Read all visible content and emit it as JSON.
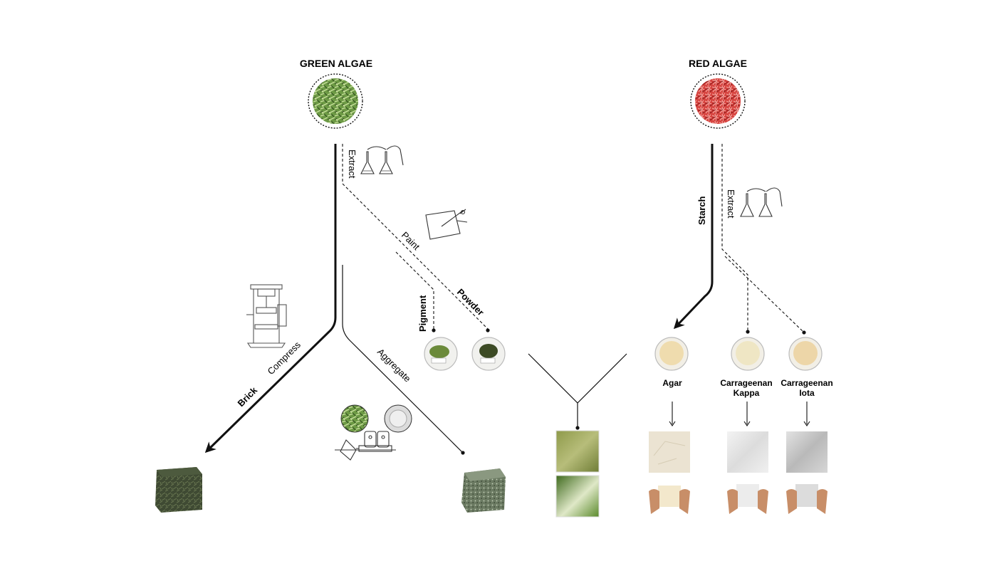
{
  "nodes": {
    "green_algae": "GREEN ALGAE",
    "red_algae": "RED ALGAE"
  },
  "green_paths": {
    "extract": "Extract",
    "paint": "Paint",
    "pigment": "Pigment",
    "powder": "Powder",
    "compress": "Compress",
    "brick": "Brick",
    "aggregate": "Aggregate"
  },
  "red_paths": {
    "starch": "Starch",
    "extract": "Extract"
  },
  "products": {
    "agar": "Agar",
    "carrageenan_kappa_1": "Carrageenan",
    "carrageenan_kappa_2": "Kappa",
    "carrageenan_iota_1": "Carrageenan",
    "carrageenan_iota_2": "Iota"
  },
  "colors": {
    "green_algae": "#5f8a3a",
    "red_algae": "#d23a3a",
    "line": "#111111",
    "brick": "#3f4a33",
    "aggregate": "#6f7a66"
  }
}
